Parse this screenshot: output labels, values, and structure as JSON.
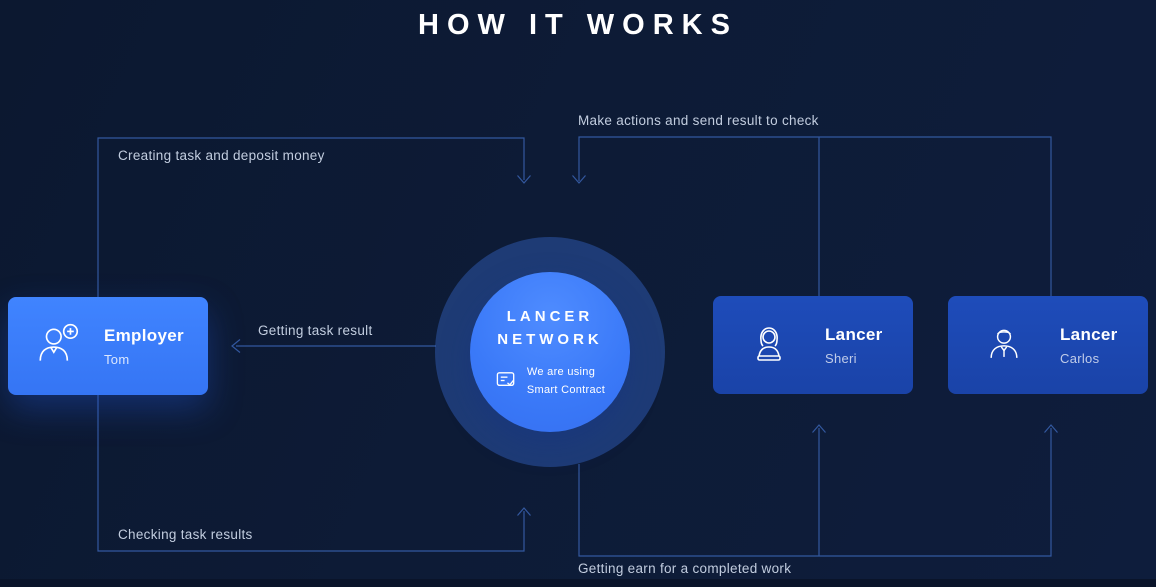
{
  "title": "HOW IT WORKS",
  "network": {
    "line1": "LANCER",
    "line2": "NETWORK",
    "sub1": "We are using",
    "sub2": "Smart Contract"
  },
  "cards": {
    "employer": {
      "role": "Employer",
      "name": "Tom"
    },
    "lancer_sheri": {
      "role": "Lancer",
      "name": "Sheri"
    },
    "lancer_carlos": {
      "role": "Lancer",
      "name": "Carlos"
    }
  },
  "flows": {
    "creating_task": "Creating task and deposit money",
    "make_actions": "Make actions and send result to check",
    "getting_task_result": "Getting task result",
    "checking_task_results": "Checking task results",
    "getting_earn": "Getting earn for a completed work"
  },
  "icons": {
    "employer": "person-plus-icon",
    "lancer_sheri": "person-laptop-icon",
    "lancer_carlos": "person-tie-icon",
    "network": "smart-contract-document-icon"
  },
  "colors": {
    "background": "#0d1b36",
    "accent_bright": "#3b7bfb",
    "accent_dark": "#1e4cba",
    "connector_line": "#33589f",
    "label_text": "#c2cddf"
  }
}
